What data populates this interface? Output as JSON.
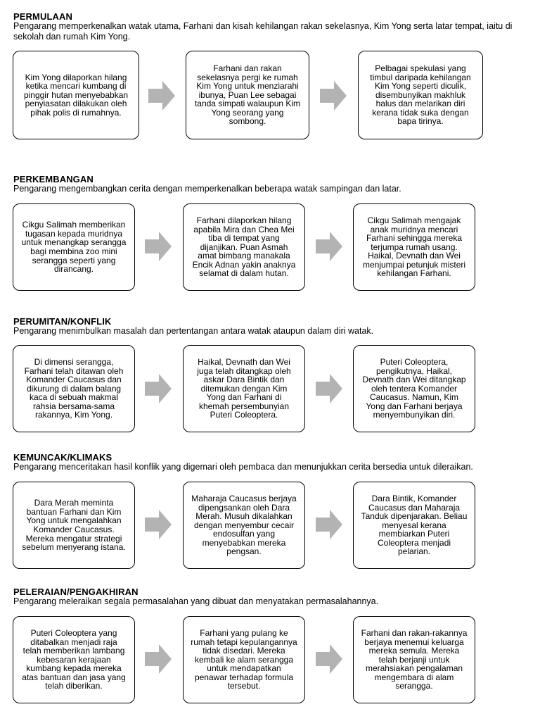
{
  "sections": [
    {
      "heading": "PERMULAAN",
      "description": "Pengarang memperkenalkan watak utama, Farhani dan kisah kehilangan rakan sekelasnya, Kim Yong serta latar tempat, iaitu di sekolah dan rumah Kim Yong.",
      "boxes": [
        "Kim Yong dilaporkan hilang ketika mencari kumbang di pinggir hutan menyebabkan penyiasatan dilakukan oleh pihak polis di rumahnya.",
        "Farhani dan rakan sekelasnya pergi ke rumah Kim Yong untuk menziarahi ibunya, Puan Lee sebagai tanda simpati walaupun Kim Yong seorang yang sombong.",
        "Pelbagai spekulasi yang timbul daripada kehilangan Kim Yong seperti diculik, disembunyikan makhluk halus dan melarikan diri kerana tidak suka dengan bapa tirinya."
      ]
    },
    {
      "heading": "PERKEMBANGAN",
      "description": "Pengarang mengembangkan cerita dengan memperkenalkan beberapa watak sampingan dan latar.",
      "boxes": [
        "Cikgu Salimah memberikan tugasan kepada muridnya untuk menangkap serangga bagi membina zoo mini serangga seperti yang dirancang.",
        "Farhani dilaporkan hilang apabila Mira dan Chea Mei tiba di tempat yang dijanjikan. Puan Asmah amat bimbang manakala Encik Adnan yakin anaknya selamat di dalam hutan.",
        "Cikgu Salimah mengajak anak muridnya mencari Farhani sehingga mereka terjumpa rumah usang. Haikal, Devnath dan Wei menjumpai petunjuk misteri kehilangan Farhani."
      ]
    },
    {
      "heading": "PERUMITAN/KONFLIK",
      "description": "Pengarang menimbulkan masalah dan pertentangan antara watak ataupun dalam diri watak.",
      "boxes": [
        "Di dimensi serangga, Farhani telah ditawan oleh Komander Caucasus dan dikurung di dalam balang kaca di sebuah makmal rahsia bersama-sama rakannya, Kim Yong.",
        "Haikal, Devnath dan Wei juga telah ditangkap oleh askar Dara Bintik dan ditemukan dengan Kim Yong dan Farhani di khemah persembunyian Puteri Coleoptera.",
        "Puteri Coleoptera, pengikutnya, Haikal, Devnath dan Wei ditangkap oleh tentera Komander Caucasus. Namun, Kim Yong dan Farhani berjaya menyembunyikan diri."
      ]
    },
    {
      "heading": "KEMUNCAK/KLIMAKS",
      "description": "Pengarang menceritakan hasil konflik yang digemari oleh pembaca dan menunjukkan cerita bersedia untuk dileraikan.",
      "boxes": [
        "Dara Merah meminta bantuan Farhani dan Kim Yong untuk mengalahkan Komander Caucasus. Mereka mengatur strategi sebelum menyerang istana.",
        "Maharaja Caucasus berjaya dipengsankan oleh Dara Merah. Musuh dikalahkan dengan menyembur cecair endosulfan yang menyebabkan mereka pengsan.",
        "Dara Bintik, Komander Caucasus dan Maharaja Tanduk dipenjarakan. Beliau menyesal kerana membiarkan Puteri Coleoptera menjadi pelarian."
      ]
    },
    {
      "heading": "PELERAIAN/PENGAKHIRAN",
      "description": "Pengarang meleraikan segala permasalahan yang dibuat dan menyatakan permasalahannya.",
      "boxes": [
        "Puteri Coleoptera yang ditabalkan menjadi raja telah memberikan lambang kebesaran kerajaan kumbang kepada mereka atas bantuan dan jasa yang telah diberikan.",
        "Farhani yang pulang ke rumah tetapi kepulangannya tidak disedari. Mereka kembali ke alam serangga untuk mendapatkan penawar terhadap formula tersebut.",
        "Farhani dan rakan-rakannya berjaya menemui keluarga mereka semula. Mereka telah berjanji untuk merahsiakan pengalaman mengembara di alam serangga."
      ]
    }
  ],
  "colors": {
    "arrow": "#b3b3b3",
    "border": "#000000",
    "text": "#000000"
  },
  "icons": {
    "flow": "right-arrow-icon"
  }
}
